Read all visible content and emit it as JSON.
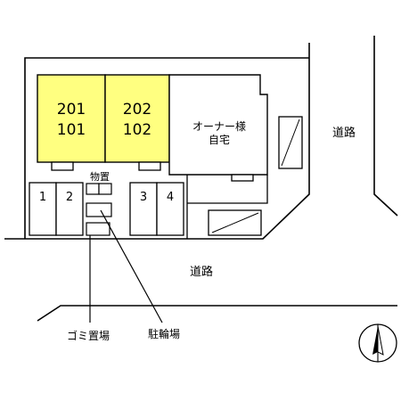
{
  "units": {
    "left_top": "201",
    "left_bottom": "101",
    "right_top": "202",
    "right_bottom": "102",
    "color": "#ffff80"
  },
  "labels": {
    "owner_line1": "オーナー様",
    "owner_line2": "自宅",
    "storage": "物置",
    "road_right": "道路",
    "road_bottom": "道路",
    "garbage": "ゴミ置場",
    "bicycle": "駐輪場"
  },
  "parking": [
    "1",
    "2",
    "3",
    "4"
  ],
  "icons": {
    "compass": "north-arrow-icon"
  }
}
